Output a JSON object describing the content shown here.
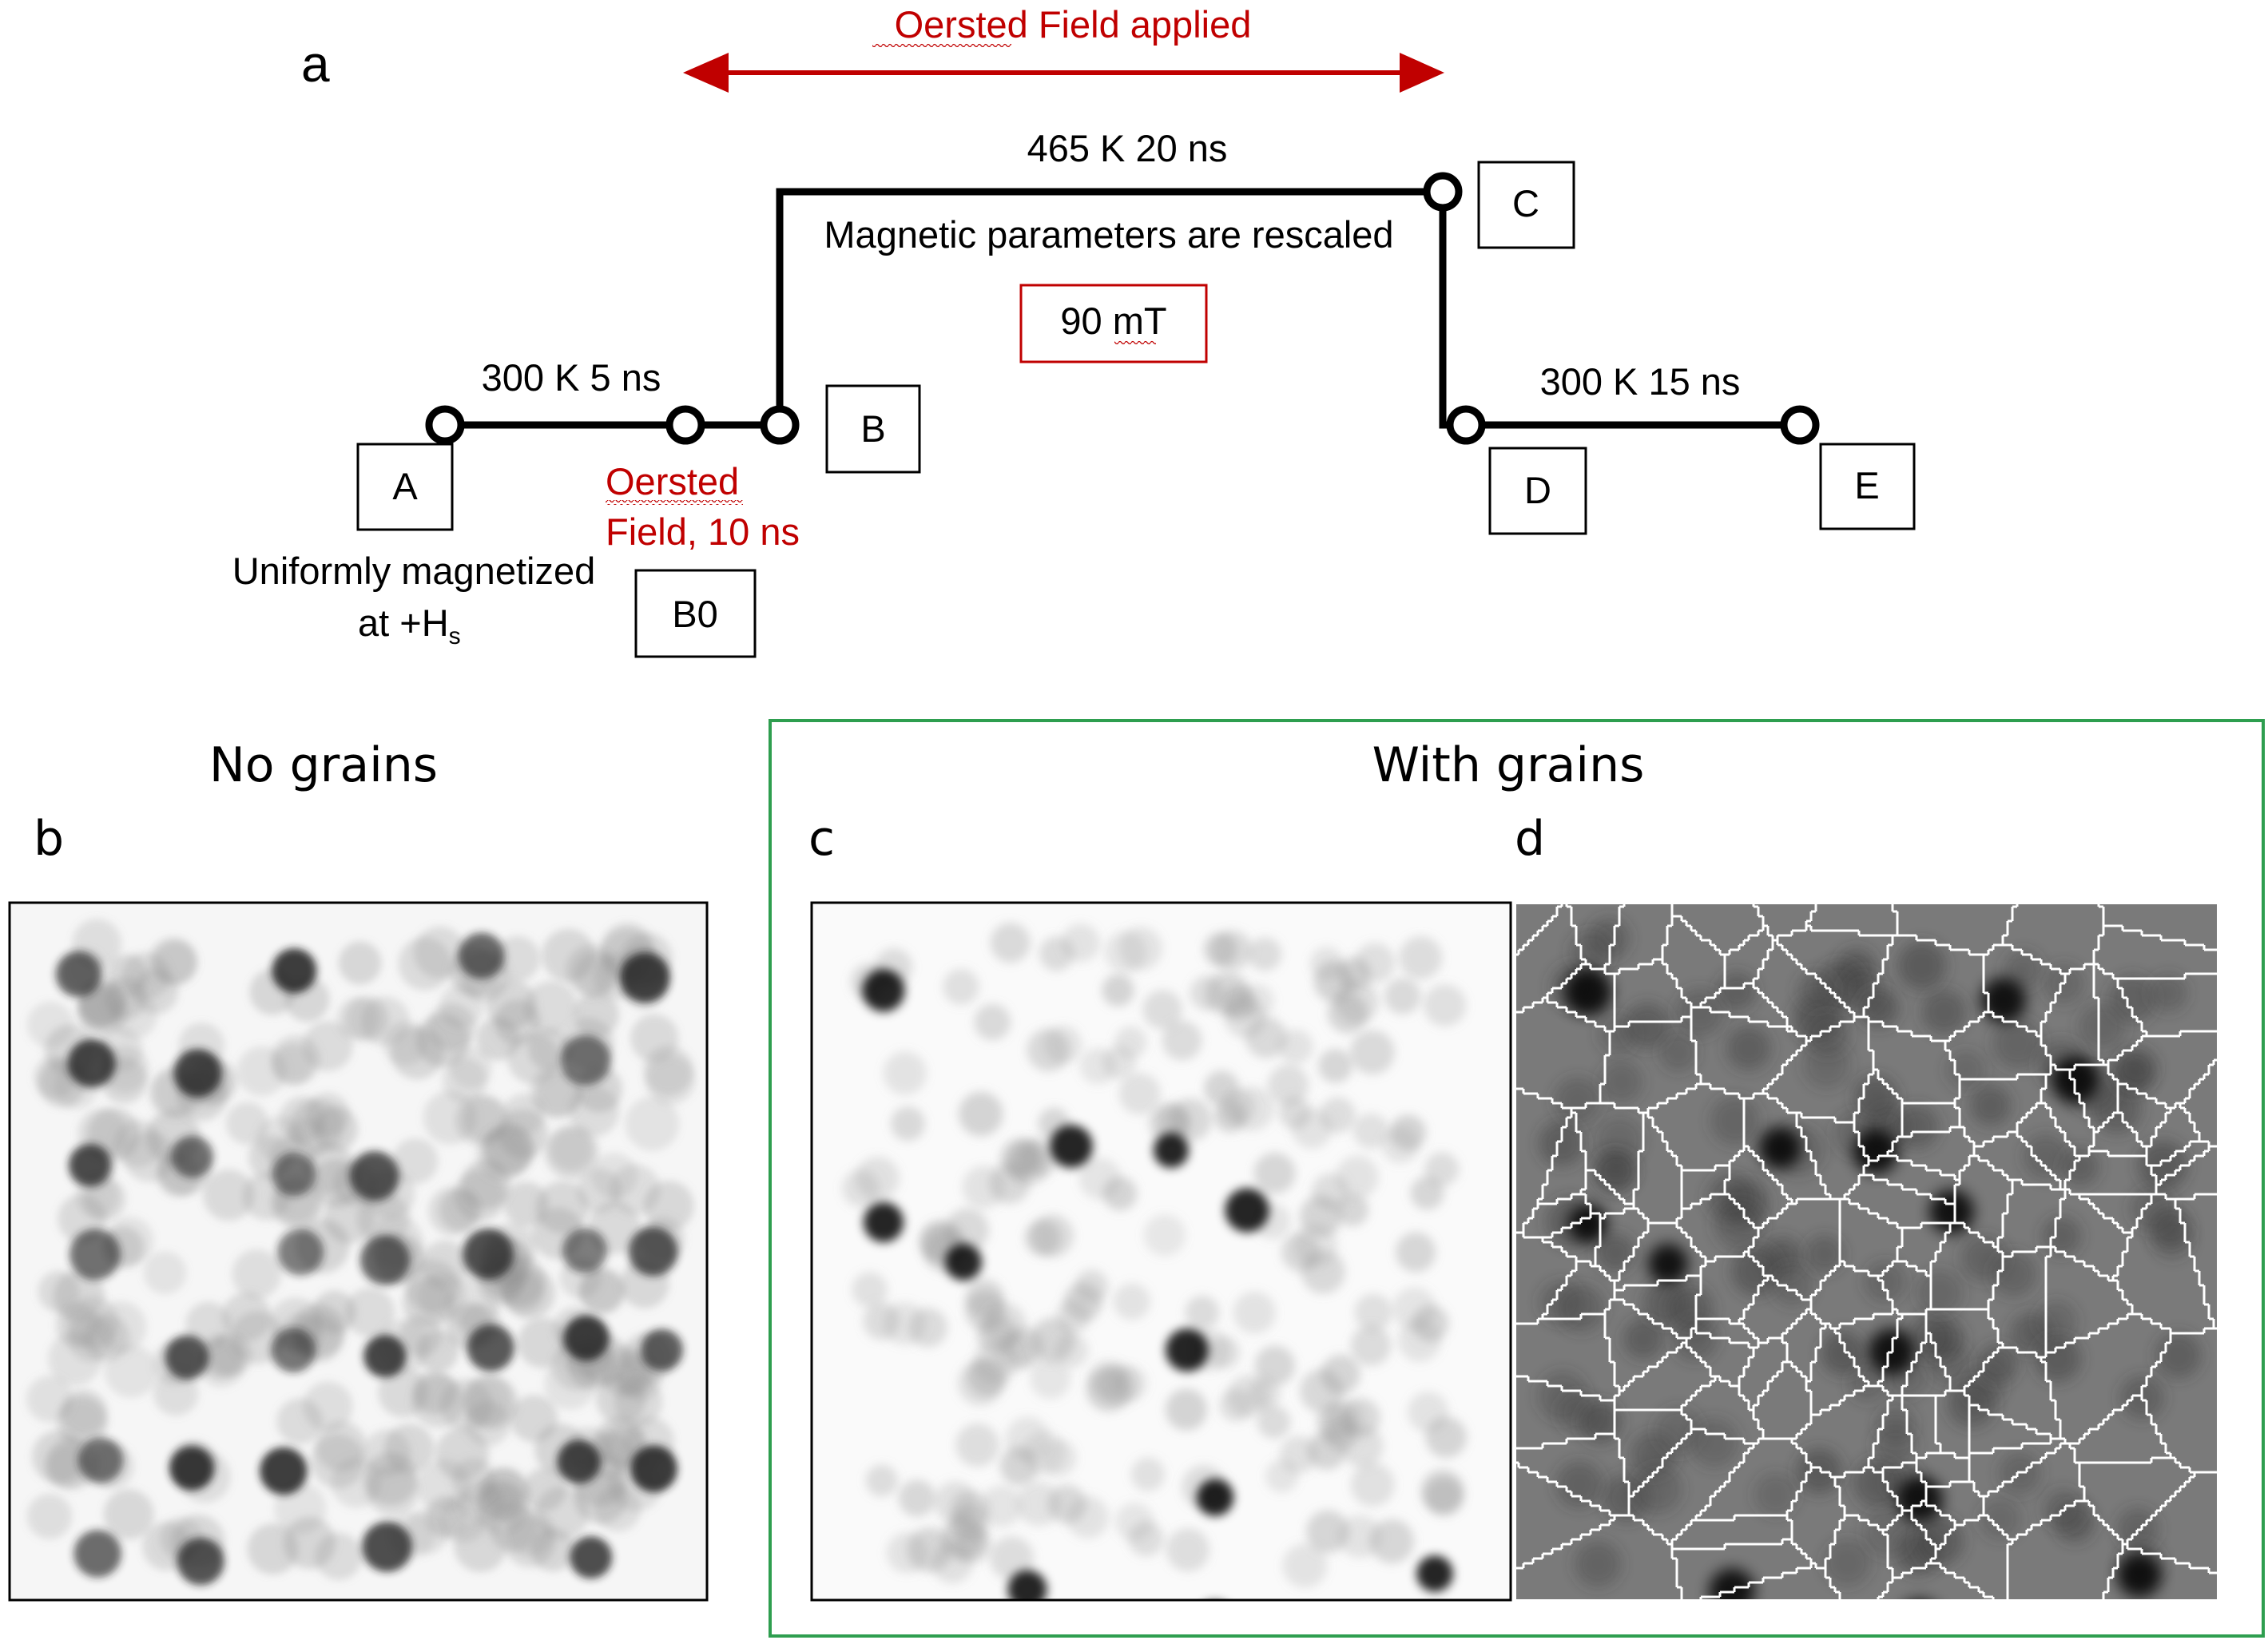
{
  "panel_a": {
    "letter": "a",
    "field_banner": "Oersted Field applied",
    "stage_hot": "465 K 20 ns",
    "stage_initial": "300 K 5 ns",
    "stage_final": "300 K 15 ns",
    "rescale_note": "Magnetic parameters are rescaled",
    "field_strength": "90 mT",
    "oersted_line1": "Oersted",
    "oersted_line2": "Field, 10 ns",
    "uniform_line1": "Uniformly magnetized",
    "uniform_line2_prefix": "at +H",
    "uniform_line2_sub": "s",
    "points": {
      "A": "A",
      "B": "B",
      "B0": "B0",
      "C": "C",
      "D": "D",
      "E": "E"
    },
    "colors": {
      "accent_red": "#c00000",
      "path_black": "#000000"
    }
  },
  "panel_b": {
    "title": "No grains",
    "letter": "b"
  },
  "group_grains": {
    "title": "With grains",
    "border_color": "#2e9e4f"
  },
  "panel_c": {
    "letter": "c"
  },
  "panel_d": {
    "letter": "d"
  }
}
